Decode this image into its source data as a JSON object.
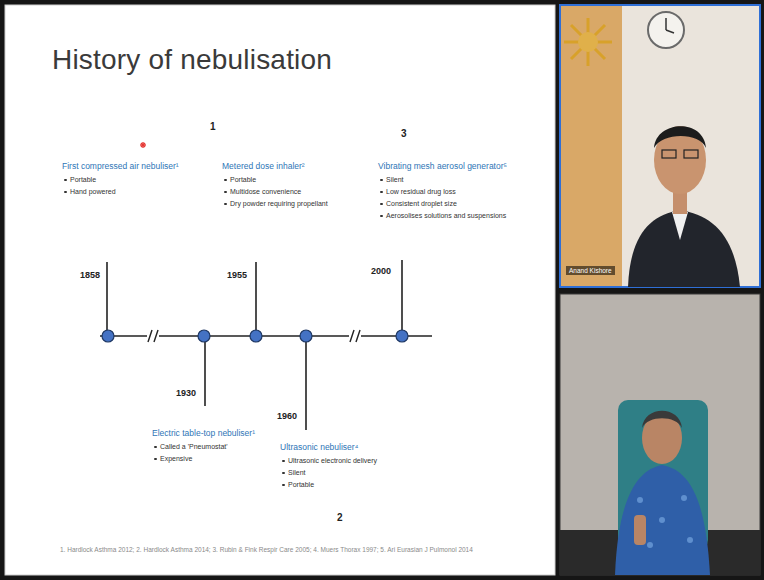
{
  "diagram": {
    "title": "History of nebulisation",
    "labels": [
      "1",
      "First compressed air nebuliser¹",
      "Portable",
      "Hand powered",
      "Metered dose inhaler²",
      "Portable",
      "Multidose convenience",
      "Dry powder requiring propellant",
      "3",
      "Vibrating mesh aerosol generator⁵",
      "Silent",
      "Low residual drug loss",
      "Consistent droplet size",
      "Aerosolises solutions and suspensions",
      "1858",
      "1955",
      "2000",
      "1930",
      "1960",
      "Electric table-top nebuliser¹",
      "Called a 'Pneumostat'",
      "Expensive",
      "Ultrasonic nebuliser⁴",
      "Ultrasonic electronic delivery",
      "Silent",
      "Portable",
      "2",
      "1. Hardlock Asthma 2012; 2. Hardlock Asthma 2014; 3. Rubin & Fink Respir Care 2005; 4. Muers Thorax 1997; 5. Ari Eurasian J Pulmonol 2014",
      "Anand Kishore"
    ]
  }
}
